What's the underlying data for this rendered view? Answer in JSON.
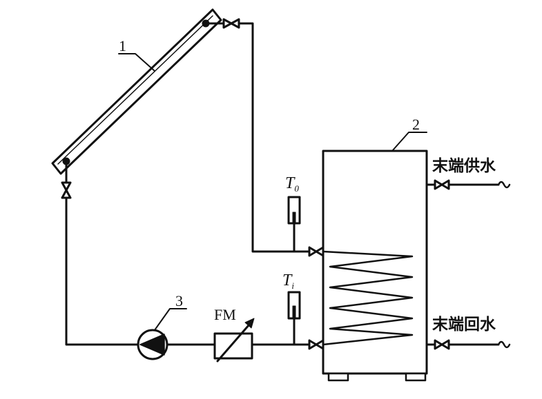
{
  "callouts": {
    "collector": "1",
    "tank": "2",
    "pump": "3"
  },
  "flow_meter": {
    "label": "FM"
  },
  "sensors": {
    "outlet": {
      "symbol": "T",
      "subscript": "0"
    },
    "inlet": {
      "symbol": "T",
      "subscript": "i"
    }
  },
  "terminals": {
    "supply": "末端供水",
    "return": "末端回水"
  },
  "colors": {
    "line": "#111111",
    "background": "#ffffff"
  }
}
